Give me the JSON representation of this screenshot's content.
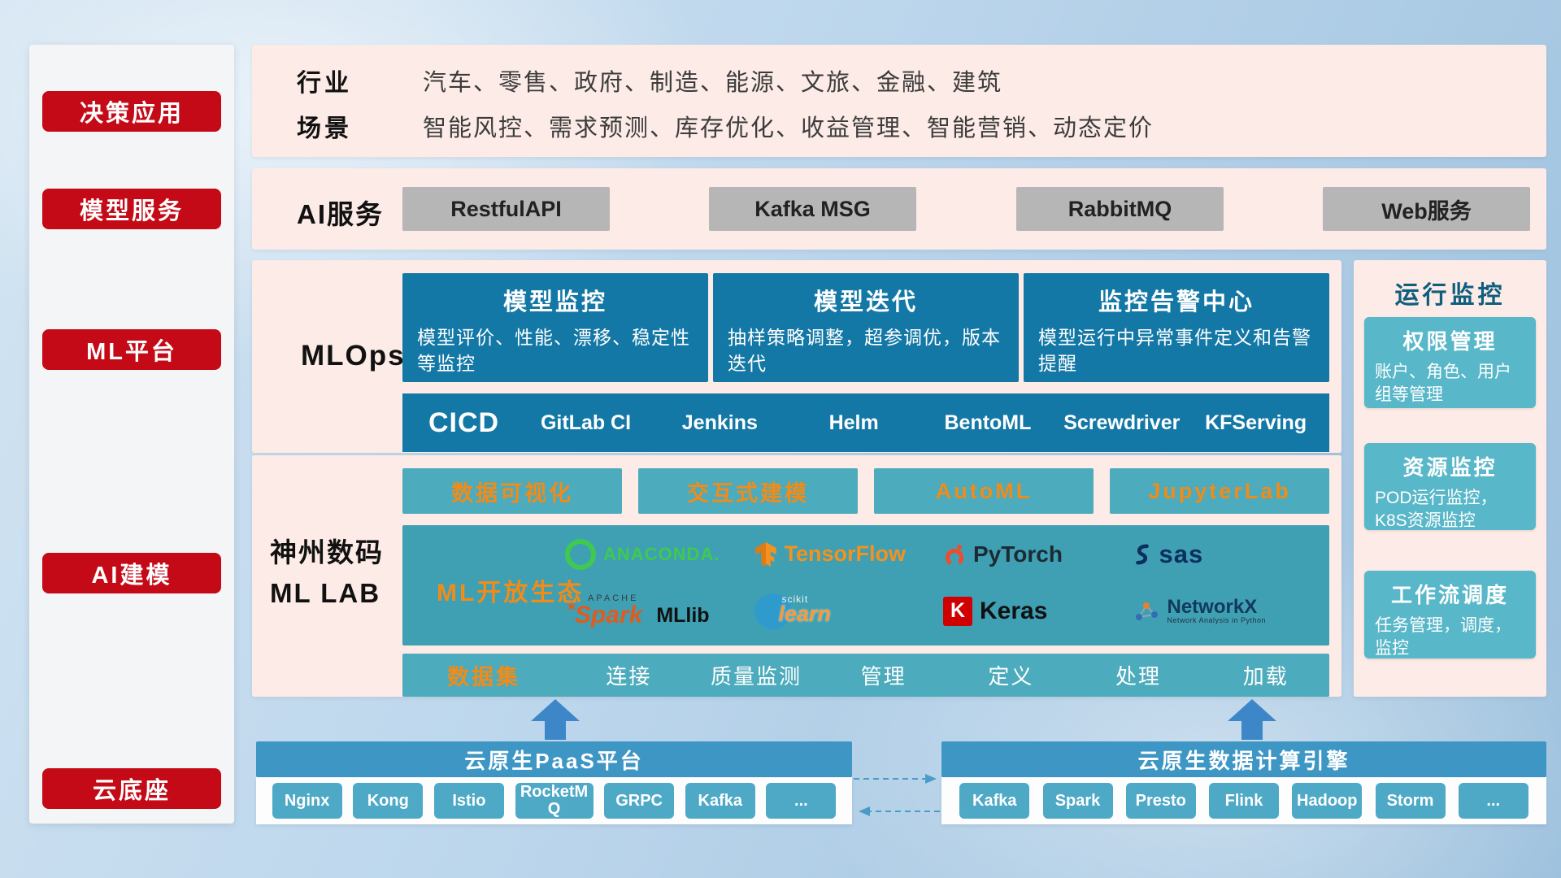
{
  "sidebar": {
    "items": [
      "决策应用",
      "模型服务",
      "ML平台",
      "AI建模",
      "云底座"
    ]
  },
  "decision": {
    "industry_label": "行业",
    "industry_text": "汽车、零售、政府、制造、能源、文旅、金融、建筑",
    "scene_label": "场景",
    "scene_text": "智能风控、需求预测、库存优化、收益管理、智能营销、动态定价"
  },
  "ai_service": {
    "label": "AI服务",
    "items": [
      "RestfulAPI",
      "Kafka MSG",
      "RabbitMQ",
      "Web服务"
    ]
  },
  "mlops": {
    "label": "MLOps",
    "cards": [
      {
        "title": "模型监控",
        "desc": "模型评价、性能、漂移、稳定性等监控"
      },
      {
        "title": "模型迭代",
        "desc": "抽样策略调整，超参调优，版本迭代"
      },
      {
        "title": "监控告警中心",
        "desc": "模型运行中异常事件定义和告警提醒"
      }
    ],
    "cicd_label": "CICD",
    "cicd_items": [
      "GitLab CI",
      "Jenkins",
      "Helm",
      "BentoML",
      "Screwdriver",
      "KFServing"
    ]
  },
  "mllab": {
    "line1": "神州数码",
    "line2": "ML LAB",
    "tools": [
      "数据可视化",
      "交互式建模",
      "AutoML",
      "JupyterLab"
    ],
    "ecosystem_label": "ML开放生态",
    "logos": {
      "anaconda": "ANACONDA.",
      "tensorflow": "TensorFlow",
      "pytorch": "PyTorch",
      "sas": "sas",
      "apache": "APACHE",
      "spark": "Spark",
      "mllib": "MLlib",
      "scikit": "scikit",
      "learn": "learn",
      "keras_k": "K",
      "keras": "Keras",
      "networkx": "NetworkX",
      "networkx_sub": "Network Analysis in Python"
    },
    "dataset_label": "数据集",
    "dataset_items": [
      "连接",
      "质量监测",
      "管理",
      "定义",
      "处理",
      "加载"
    ]
  },
  "monitoring": {
    "title": "运行监控",
    "cards": [
      {
        "title": "权限管理",
        "desc": "账户、角色、用户组等管理"
      },
      {
        "title": "资源监控",
        "desc": "POD运行监控，K8S资源监控"
      },
      {
        "title": "工作流调度",
        "desc": "任务管理，调度，监控"
      }
    ]
  },
  "cloud": {
    "paas": {
      "title": "云原生PaaS平台",
      "items": [
        "Nginx",
        "Kong",
        "Istio",
        "RocketMQ",
        "GRPC",
        "Kafka",
        "..."
      ]
    },
    "engine": {
      "title": "云原生数据计算引擎",
      "items": [
        "Kafka",
        "Spark",
        "Presto",
        "Flink",
        "Hadoop",
        "Storm",
        "..."
      ]
    }
  },
  "colors": {
    "sidebar_red": "#c40a16",
    "teal_dark": "#1478a6",
    "teal_mid": "#3fa0b4",
    "teal_light": "#4cabbc",
    "monitor_card_teal": "#58b7c8",
    "banner_blue": "#3e96c4",
    "accent_orange": "#ef8c1a",
    "panel_pink": "#fcebe6"
  }
}
